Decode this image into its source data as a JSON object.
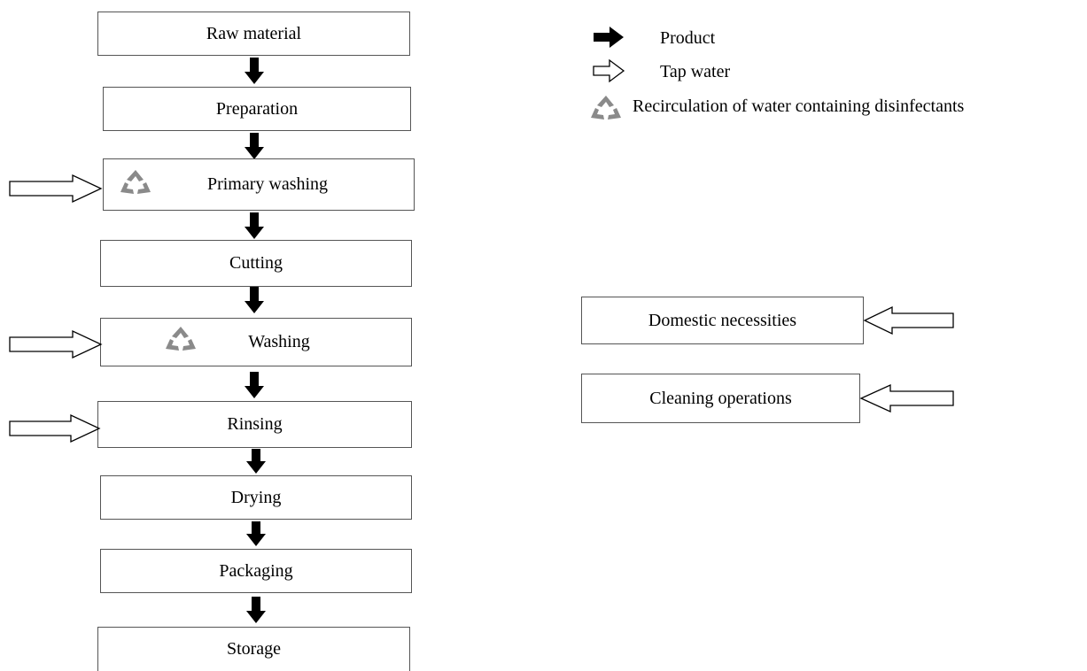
{
  "steps": [
    {
      "label": "Raw material"
    },
    {
      "label": "Preparation"
    },
    {
      "label": "Primary washing",
      "recirculation": true,
      "tap_water_in": true
    },
    {
      "label": "Cutting"
    },
    {
      "label": "Washing",
      "recirculation": true,
      "tap_water_in": true
    },
    {
      "label": "Rinsing",
      "tap_water_in": true
    },
    {
      "label": "Drying"
    },
    {
      "label": "Packaging"
    },
    {
      "label": "Storage"
    }
  ],
  "other_uses": [
    {
      "label": "Domestic necessities",
      "tap_water_in": true
    },
    {
      "label": "Cleaning operations",
      "tap_water_in": true
    }
  ],
  "legend": {
    "product": "Product",
    "tap_water": "Tap water",
    "recirculation": "Recirculation of water containing disinfectants"
  },
  "icons": {
    "product_arrow": "solid-arrow-icon",
    "tap_water_arrow": "hollow-arrow-icon",
    "recirculation": "recycle-icon"
  },
  "colors": {
    "recycle": "#8a8a8a",
    "border": "#555555"
  }
}
